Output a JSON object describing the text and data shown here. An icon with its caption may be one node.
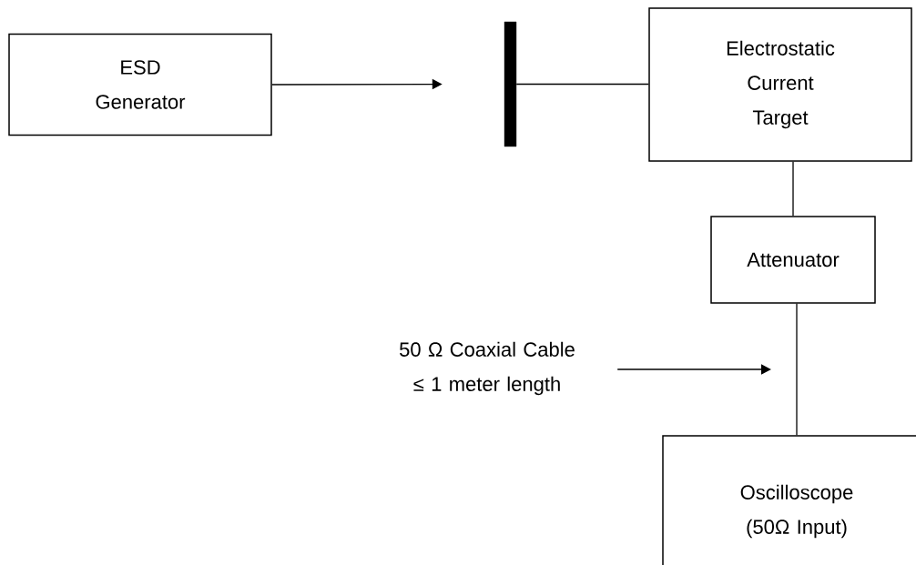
{
  "diagram": {
    "nodes": [
      {
        "text": [
          "ESD Generator"
        ]
      },
      {
        "text": [],
        "shape": "bar"
      },
      {
        "text": [
          "Electrostatic Current Target"
        ]
      },
      {
        "text": [
          "Attenuator"
        ]
      },
      {
        "text": [
          "Oscilloscope (50Ω Input)"
        ]
      },
      {
        "text": [
          "50 Ω Coaxial Cable ≤ 1 meter length"
        ]
      }
    ],
    "edges": [
      {
        "from": 0,
        "to": null,
        "arrow": "to"
      },
      {
        "from": 1,
        "to": 2,
        "arrow": "none"
      },
      {
        "from": 2,
        "to": 3,
        "arrow": "none"
      },
      {
        "from": 3,
        "to": 4,
        "arrow": "none"
      },
      {
        "from": 5,
        "to": null,
        "arrow": "to"
      }
    ]
  }
}
